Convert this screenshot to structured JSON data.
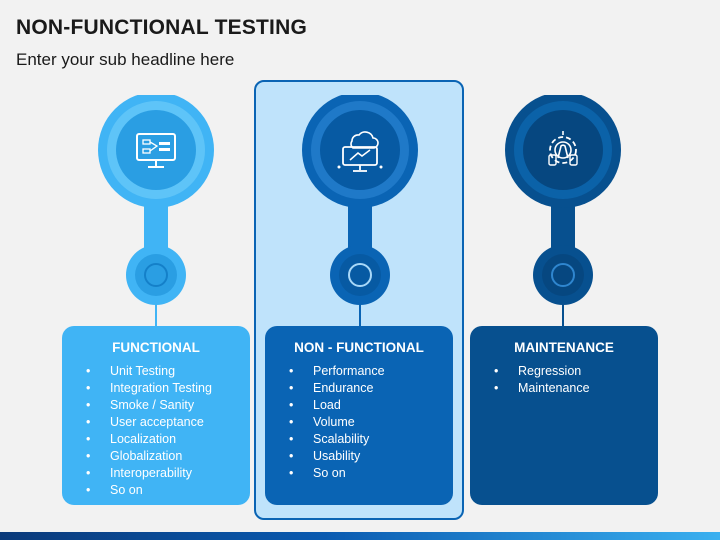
{
  "header": {
    "title": "NON-FUNCTIONAL TESTING",
    "subtitle": "Enter your sub headline here"
  },
  "columns": [
    {
      "title": "FUNCTIONAL",
      "icon": "monitor-flowchart-icon",
      "color": "#40b4f5",
      "items": [
        "Unit Testing",
        "Integration Testing",
        "Smoke / Sanity",
        "User acceptance",
        "Localization",
        "Globalization",
        "Interoperability",
        "So on"
      ]
    },
    {
      "title": "NON - FUNCTIONAL",
      "icon": "cloud-monitor-icon",
      "color": "#0a64b4",
      "highlighted": true,
      "items": [
        "Performance",
        "Endurance",
        "Load",
        "Volume",
        "Scalability",
        "Usability",
        "So on"
      ]
    },
    {
      "title": "MAINTENANCE",
      "icon": "gear-wrench-icon",
      "color": "#07508f",
      "items": [
        "Regression",
        "Maintenance"
      ]
    }
  ]
}
